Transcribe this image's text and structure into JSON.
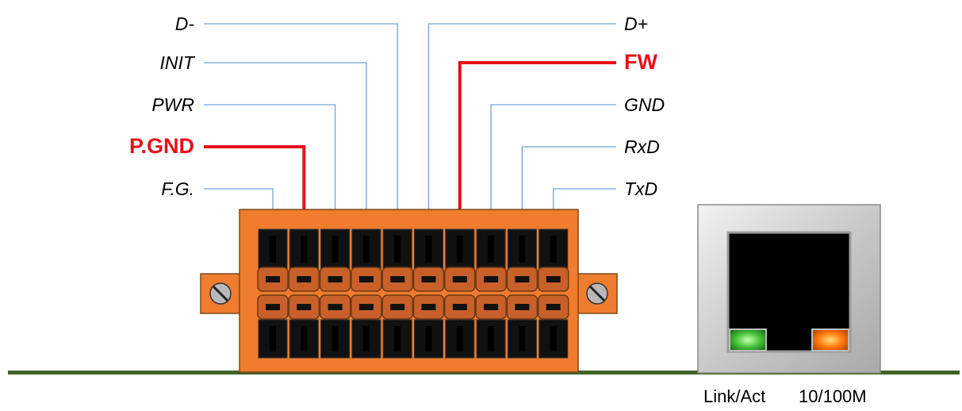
{
  "terminal_block": {
    "left_labels": [
      {
        "text": "D-",
        "highlight": false
      },
      {
        "text": "INIT",
        "highlight": false
      },
      {
        "text": "PWR",
        "highlight": false
      },
      {
        "text": "P.GND",
        "highlight": true
      },
      {
        "text": "F.G.",
        "highlight": false
      }
    ],
    "right_labels": [
      {
        "text": "D+",
        "highlight": false
      },
      {
        "text": "FW",
        "highlight": true
      },
      {
        "text": "GND",
        "highlight": false
      },
      {
        "text": "RxD",
        "highlight": false
      },
      {
        "text": "TxD",
        "highlight": false
      }
    ],
    "pin_count": 10
  },
  "ethernet_port": {
    "link_label": "Link/Act",
    "speed_label": "10/100M",
    "link_led_color": "#3ec13e",
    "speed_led_color": "#ff7a10"
  },
  "colors": {
    "connector_body": "#f07c2e",
    "highlight": "#e8101a",
    "leader_line": "#6fa3d8",
    "ground_line": "#3f6428"
  }
}
